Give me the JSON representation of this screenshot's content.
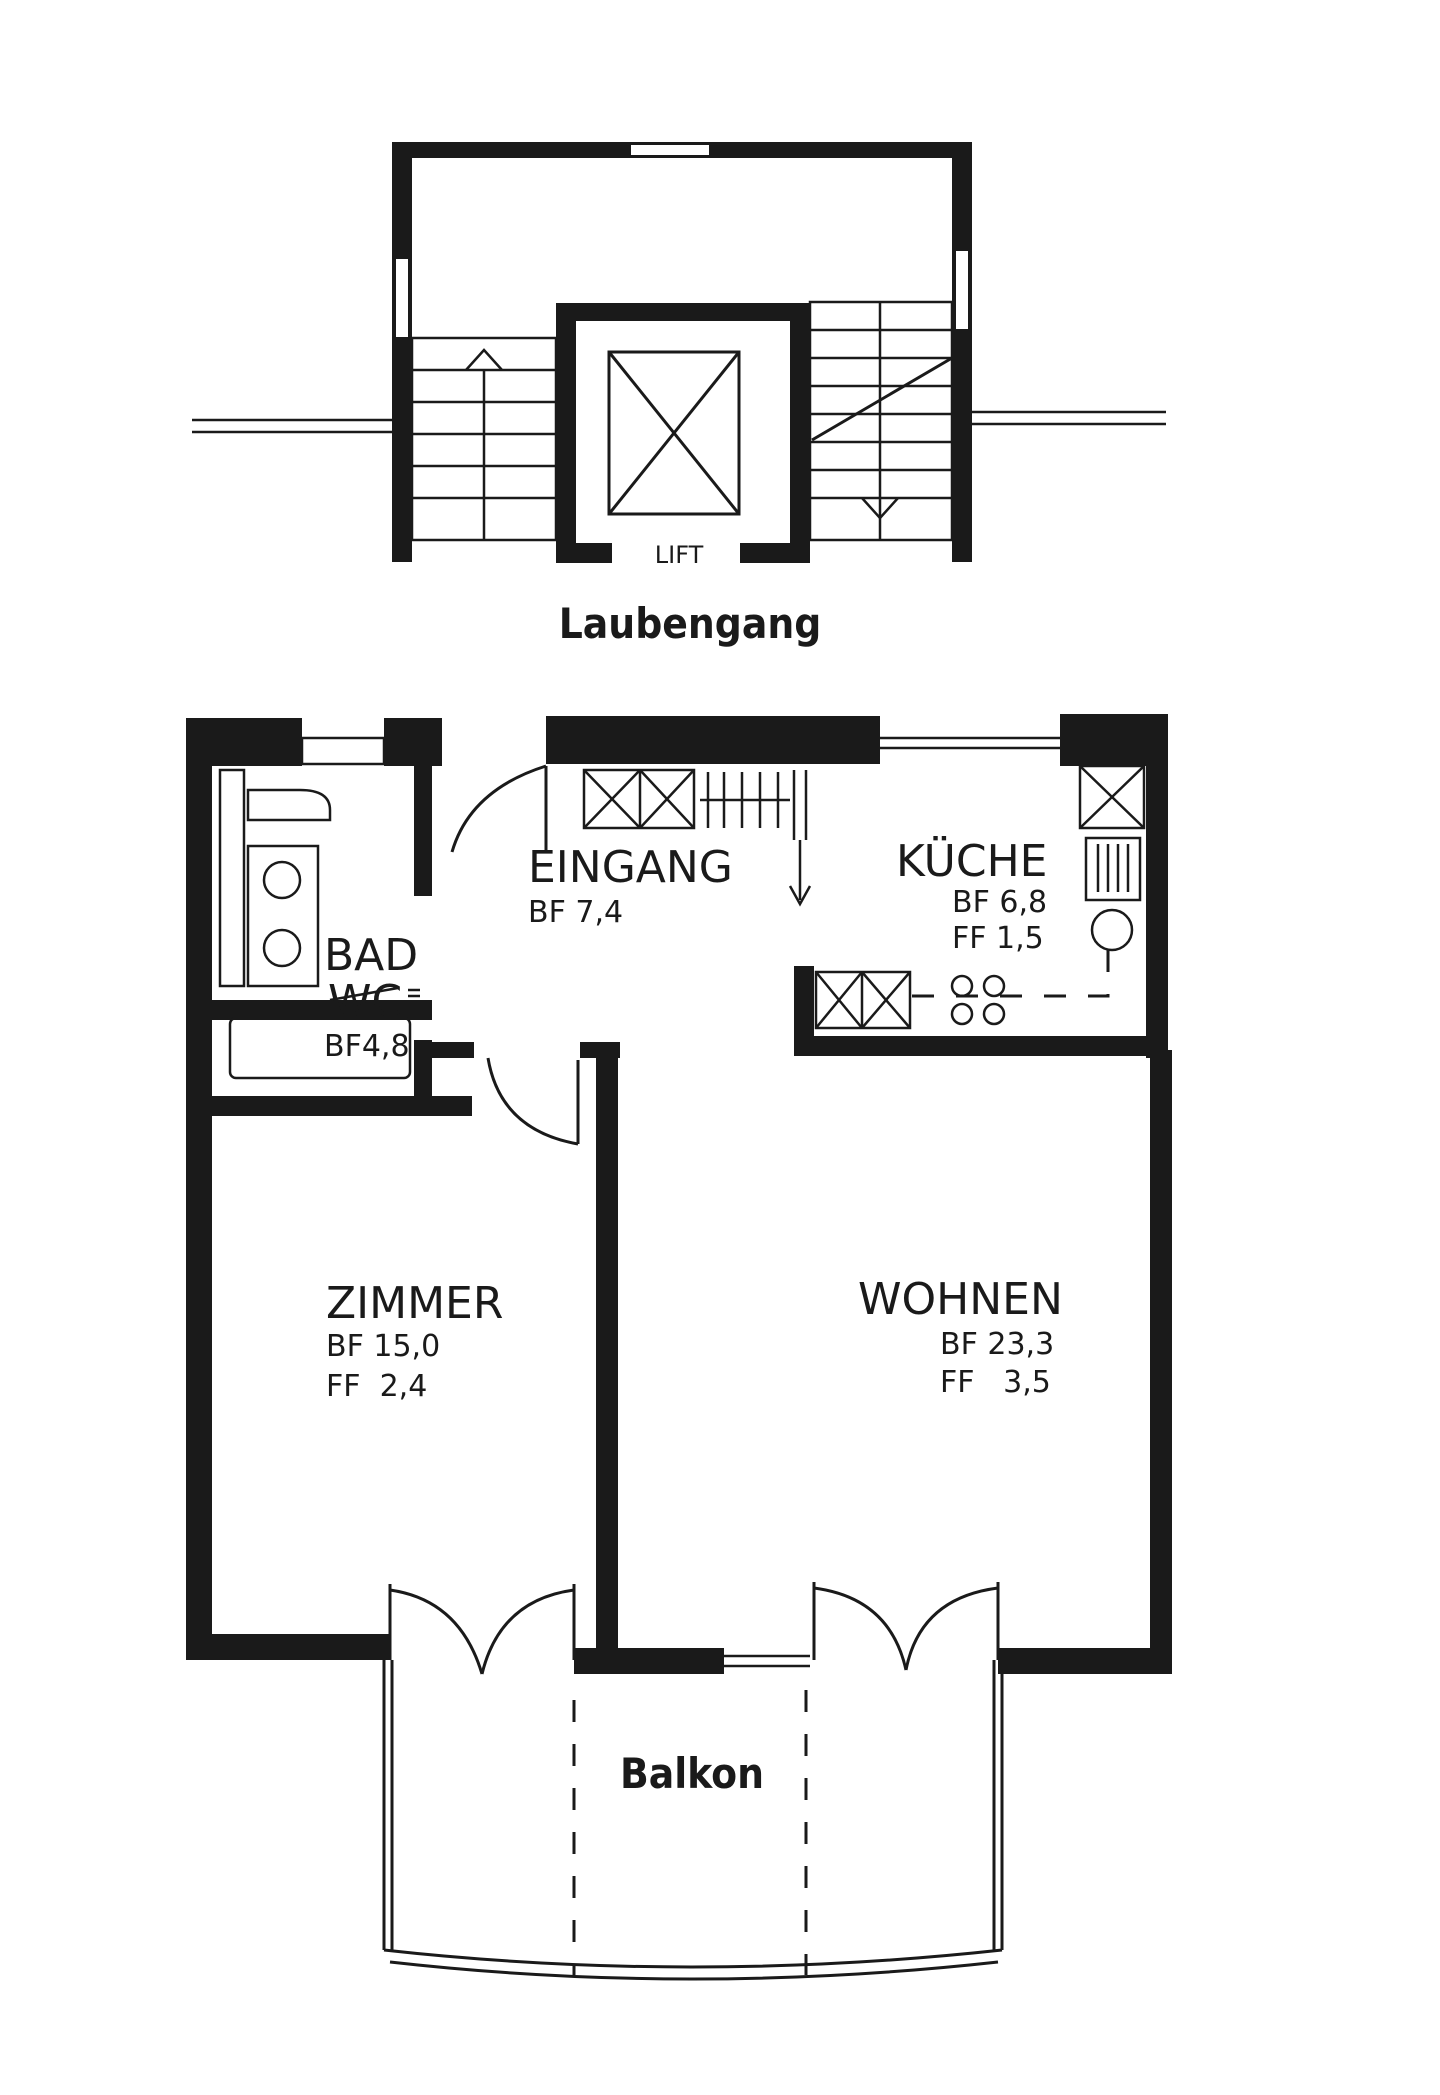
{
  "stair": {
    "lift_label": "LIFT",
    "title": "Laubengang"
  },
  "rooms": {
    "eingang": {
      "name": "EINGANG",
      "bf": "BF 7,4"
    },
    "kueche": {
      "name": "KÜCHE",
      "bf": "BF 6,8",
      "ff": "FF 1,5"
    },
    "bad": {
      "name": "BAD",
      "wc": "WC",
      "bf": "BF4,8"
    },
    "zimmer": {
      "name": "ZIMMER",
      "bf": "BF 15,0",
      "ff": "FF  2,4"
    },
    "wohnen": {
      "name": "WOHNEN",
      "bf": "BF 23,3",
      "ff": "FF   3,5"
    },
    "balkon": {
      "name": "Balkon"
    }
  },
  "colors": {
    "ink": "#1a1a1a",
    "paper": "#ffffff"
  }
}
